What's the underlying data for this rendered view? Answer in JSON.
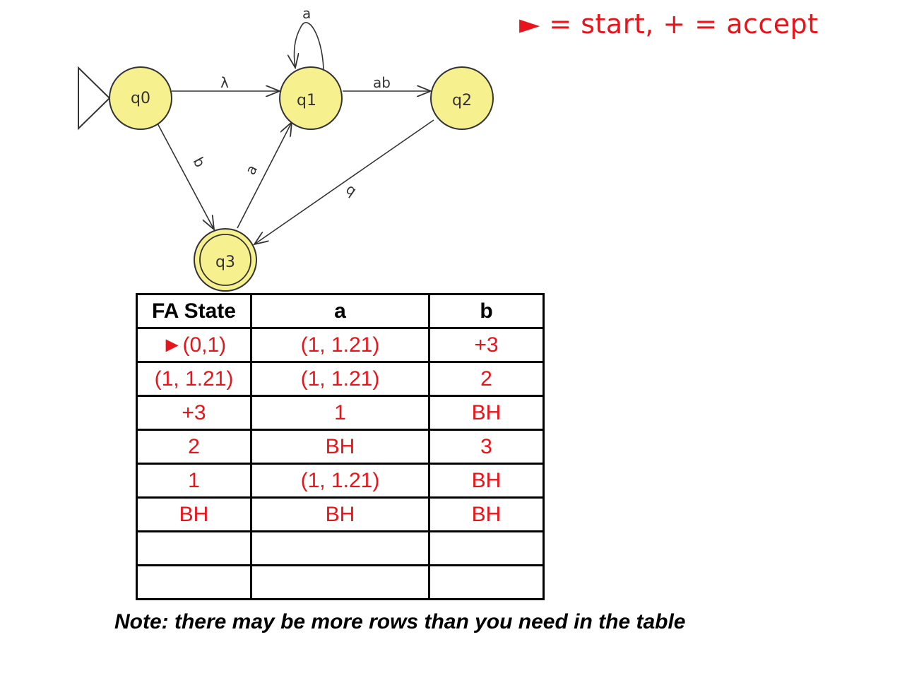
{
  "legend": "► = start, + = accept",
  "diagram": {
    "states": [
      {
        "id": "q0",
        "label": "q0",
        "initial": true,
        "accept": false
      },
      {
        "id": "q1",
        "label": "q1",
        "initial": false,
        "accept": false
      },
      {
        "id": "q2",
        "label": "q2",
        "initial": false,
        "accept": false
      },
      {
        "id": "q3",
        "label": "q3",
        "initial": false,
        "accept": true
      }
    ],
    "transitions": [
      {
        "from": "q0",
        "to": "q1",
        "label": "λ"
      },
      {
        "from": "q1",
        "to": "q1",
        "label": "a"
      },
      {
        "from": "q1",
        "to": "q2",
        "label": "ab"
      },
      {
        "from": "q0",
        "to": "q3",
        "label": "b"
      },
      {
        "from": "q3",
        "to": "q1",
        "label": "a"
      },
      {
        "from": "q2",
        "to": "q3",
        "label": "b"
      }
    ],
    "state_fill": "#f7f08f",
    "state_stroke": "#333333"
  },
  "table": {
    "headers": [
      "FA State",
      "a",
      "b"
    ],
    "rows": [
      [
        "►(0,1)",
        "(1, 1.21)",
        "+3"
      ],
      [
        "(1, 1.21)",
        "(1, 1.21)",
        "2"
      ],
      [
        "+3",
        "1",
        "BH"
      ],
      [
        "2",
        "BH",
        "3"
      ],
      [
        "1",
        "(1, 1.21)",
        "BH"
      ],
      [
        "BH",
        "BH",
        "BH"
      ],
      [
        "",
        "",
        ""
      ],
      [
        "",
        "",
        ""
      ]
    ],
    "answer_color": "#e8141b"
  },
  "note": "Note:  there may be more rows than you need in the table"
}
